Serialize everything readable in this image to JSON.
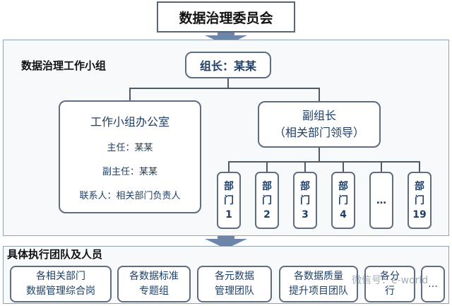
{
  "committee": {
    "title": "数据治理委员会"
  },
  "working_group": {
    "title": "数据治理工作小组",
    "leader": "组长：某某",
    "office": {
      "title": "工作小组办公室",
      "director": "主任：某某",
      "deputy_director": "副主任：某某",
      "contact": "联系人：相关部门负责人"
    },
    "deputy_leader": {
      "line1": "副组长",
      "line2": "（相关部门领导）"
    },
    "departments": [
      {
        "l1": "部",
        "l2": "门",
        "l3": "1"
      },
      {
        "l1": "部",
        "l2": "门",
        "l3": "2"
      },
      {
        "l1": "部",
        "l2": "门",
        "l3": "3"
      },
      {
        "l1": "部",
        "l2": "门",
        "l3": "4"
      },
      {
        "l1": "…",
        "l2": "",
        "l3": ""
      },
      {
        "l1": "部",
        "l2": "门",
        "l3": "19"
      }
    ]
  },
  "execution": {
    "title": "具体执行团队及人员",
    "teams": [
      {
        "l1": "各相关部门",
        "l2": "数据管理综合岗"
      },
      {
        "l1": "各数据标准",
        "l2": "专题组"
      },
      {
        "l1": "各元数据",
        "l2": "管理团队"
      },
      {
        "l1": "各数据质量",
        "l2": "提升项目团队"
      },
      {
        "l1": "各分",
        "l2": "行"
      },
      {
        "l1": "…",
        "l2": ""
      }
    ]
  },
  "watermark": "微信号：e-world",
  "colors": {
    "text": "#1f3f66",
    "border": "#5f6d80",
    "arrow": "#6d85a6",
    "panel": "#f7f9fb"
  }
}
